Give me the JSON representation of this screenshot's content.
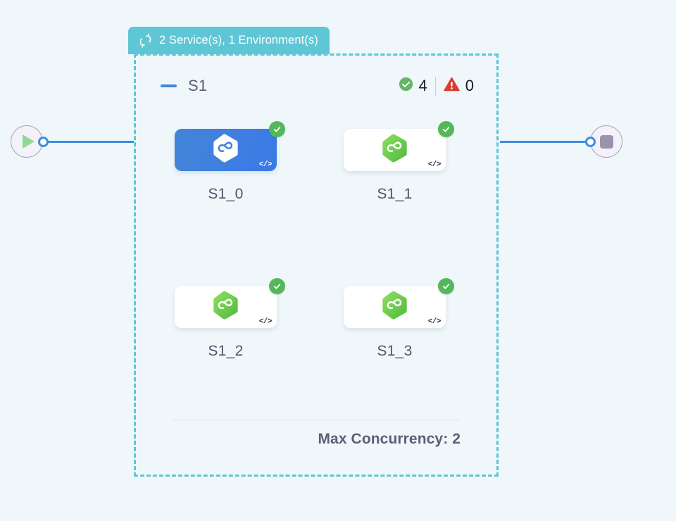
{
  "canvas": {
    "background_color": "#eff7fb"
  },
  "start_node": {
    "icon": "play-icon",
    "icon_color": "#8fd89a",
    "handle": "output-port-handle"
  },
  "end_node": {
    "icon": "stop-icon",
    "icon_color": "#9a93ad",
    "handle": "input-port-handle"
  },
  "edges": {
    "color": "#3b8fe0",
    "left_label": "",
    "right_label": ""
  },
  "group": {
    "header_title": "2 Service(s), 1 Environment(s)",
    "header_icon": "loop-repeat-icon",
    "header_color": "#5ec6d4",
    "border_color": "#5ec6d4",
    "border_style": "dashed"
  },
  "stage": {
    "collapse_icon": "minus-collapse-icon",
    "name": "S1",
    "counters": [
      {
        "icon": "check-circle-icon",
        "icon_color": "#54b85a",
        "value": "4"
      },
      {
        "icon": "warning-triangle-icon",
        "icon_color": "#e03b2f",
        "value": "0"
      }
    ]
  },
  "services": [
    {
      "label": "S1_0",
      "selected": true,
      "logo_icon": "hexagon-infinity-icon",
      "logo_color": "#ffffff",
      "card_color": "#3f7fe0",
      "status_icon": "check-circle-icon",
      "status_color": "#54b85a",
      "code_badge": "</>"
    },
    {
      "label": "S1_1",
      "selected": false,
      "logo_icon": "hexagon-infinity-icon",
      "logo_color": "#6dcc4a",
      "card_color": "#ffffff",
      "status_icon": "check-circle-icon",
      "status_color": "#54b85a",
      "code_badge": "</>"
    },
    {
      "label": "S1_2",
      "selected": false,
      "logo_icon": "hexagon-infinity-icon",
      "logo_color": "#6dcc4a",
      "card_color": "#ffffff",
      "status_icon": "check-circle-icon",
      "status_color": "#54b85a",
      "code_badge": "</>"
    },
    {
      "label": "S1_3",
      "selected": false,
      "logo_icon": "hexagon-infinity-icon",
      "logo_color": "#6dcc4a",
      "card_color": "#ffffff",
      "status_icon": "check-circle-icon",
      "status_color": "#54b85a",
      "code_badge": "</>"
    }
  ],
  "footer": {
    "max_concurrency_text": "Max Concurrency: 2"
  }
}
